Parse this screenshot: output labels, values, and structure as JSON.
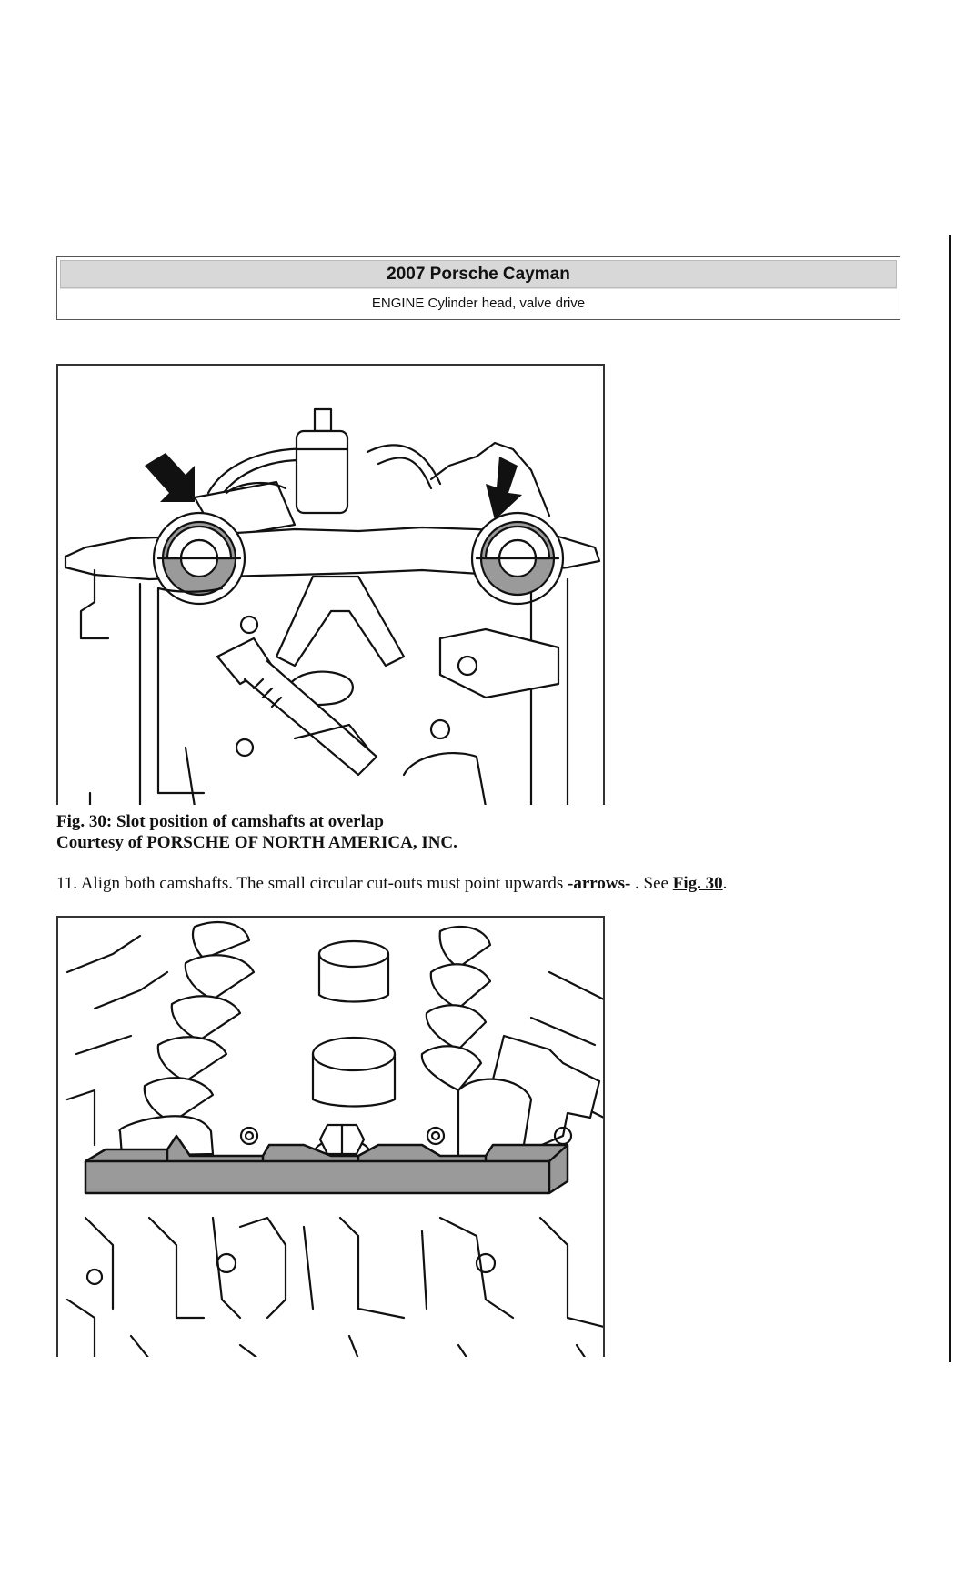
{
  "header": {
    "title": "2007 Porsche Cayman",
    "subtitle": "ENGINE Cylinder head, valve drive"
  },
  "figure30": {
    "caption_title": "Fig. 30: Slot position of camshafts at overlap",
    "caption_credit": "Courtesy of PORSCHE OF NORTH AMERICA, INC."
  },
  "step11": {
    "text_before": "11. Align both camshafts. The small circular cut-outs must point upwards ",
    "emphasis": "-arrows-",
    "text_mid": " . See ",
    "link": "Fig. 30",
    "text_after": "."
  },
  "colors": {
    "header_band": "#d8d8d8",
    "highlight_gray": "#9a9a9a",
    "line": "#111111"
  }
}
